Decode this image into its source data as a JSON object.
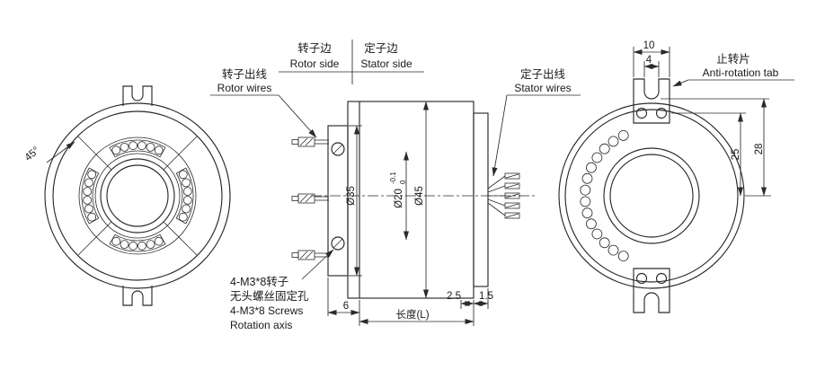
{
  "side_header": {
    "rotor_zh": "转子边",
    "rotor_en": "Rotor side",
    "stator_zh": "定子边",
    "stator_en": "Stator side"
  },
  "callouts": {
    "rotor_wires_zh": "转子出线",
    "rotor_wires_en": "Rotor wires",
    "stator_wires_zh": "定子出线",
    "stator_wires_en": "Stator wires",
    "anti_rotation_zh": "止转片",
    "anti_rotation_en": "Anti-rotation tab",
    "screw_note_zh_1": "4-M3*8转子",
    "screw_note_zh_2": "无头螺丝固定孔",
    "screw_note_en_1": "4-M3*8 Screws",
    "screw_note_en_2": "Rotation axis"
  },
  "dimensions": {
    "angle": "45°",
    "flange_diameter": "Ø35",
    "bore_diameter": "Ø20",
    "bore_tol_upper": "-0.1",
    "bore_tol_lower": "0",
    "body_diameter": "Ø45",
    "tab_width": "10",
    "slot_width": "4",
    "hole_offset": "25",
    "slot_offset": "28",
    "right_step": "2.5",
    "flange_width": "6",
    "end_step": "1.5",
    "length_label": "长度(L)"
  },
  "colors": {
    "line": "#2a2a2a",
    "text": "#1a1a1a",
    "background": "#ffffff"
  }
}
